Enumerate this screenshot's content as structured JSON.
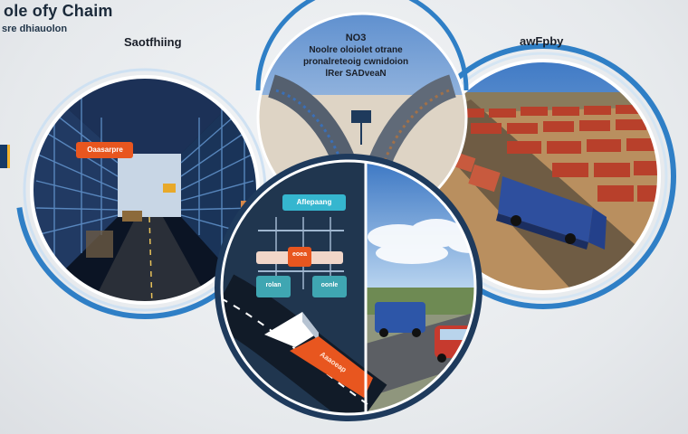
{
  "header": {
    "title": "ole ofy Chaim",
    "subtitle": "sre dhiauolon"
  },
  "panels": {
    "left": {
      "label": "Saotfhiing"
    },
    "center": {
      "lines": [
        "NO3",
        "Noolre oloiolet otrane",
        "pronalreteoig cwnidoion",
        "lRer SADveaN"
      ]
    },
    "right": {
      "label": "awFpby"
    }
  },
  "signs": {
    "tunnel": "Oaasarpre",
    "hub_top": "Aflepaang",
    "hub_mid": "eoea",
    "hub_bottom_left": "rolan",
    "hub_bottom_right": "oonle",
    "ramp": "Aaaoeap"
  },
  "colors": {
    "ring_blue": "#2f7fc6",
    "navy": "#1e3a5c",
    "accent_orange": "#e8561f",
    "panel_border": "#ffffff"
  }
}
